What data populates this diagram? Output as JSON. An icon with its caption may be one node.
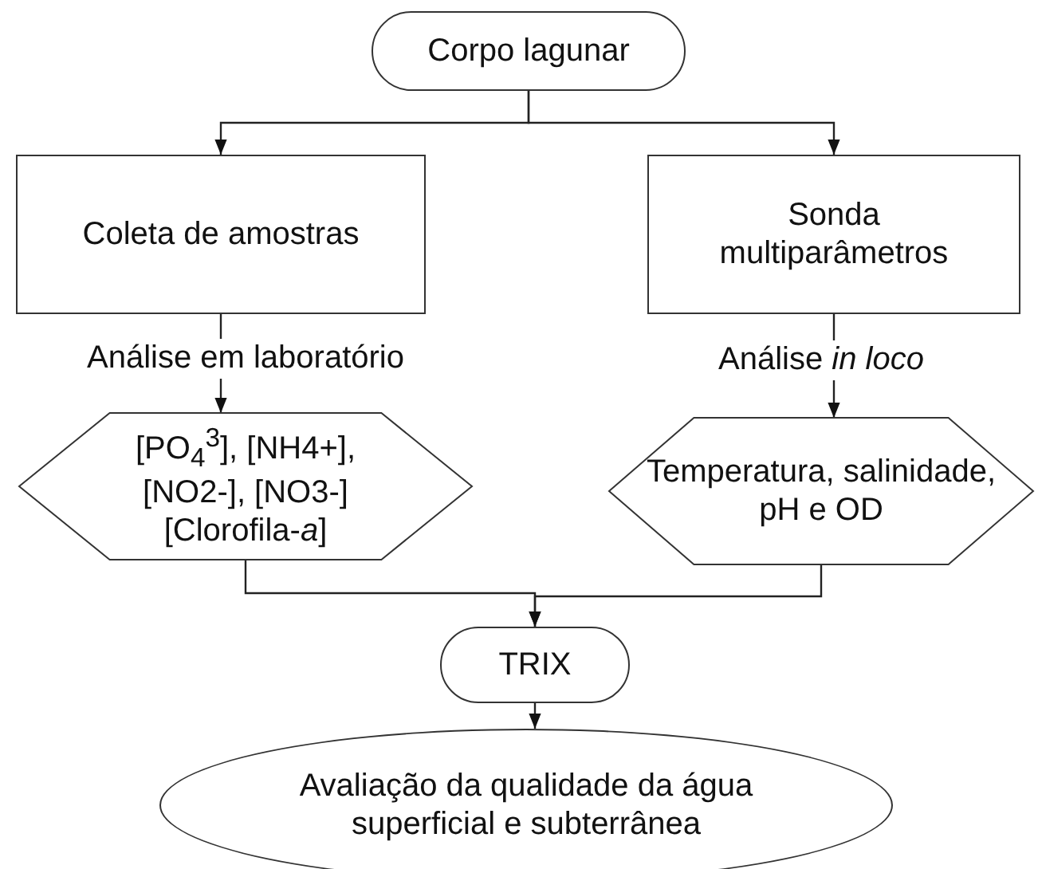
{
  "diagram": {
    "nodes": [
      {
        "text": [
          "Corpo lagunar"
        ]
      },
      {
        "text": [
          "Coleta de amostras"
        ]
      },
      {
        "text": [
          "Sonda multiparâmetros"
        ]
      },
      {
        "text": [
          "[PO$_{4}$$^{3}$], [NH4+], [NO2-], [NO3-] [Clorofila-*a*]"
        ]
      },
      {
        "text": [
          "Temperatura, salinidade, pH e OD"
        ]
      },
      {
        "text": [
          "TRIX"
        ]
      },
      {
        "text": [
          "Avaliação da qualidade da água superficial e subterrânea"
        ]
      }
    ],
    "edges": [
      {
        "from": 0,
        "to": 1,
        "arrow": "to"
      },
      {
        "from": 0,
        "to": 2,
        "arrow": "to"
      },
      {
        "from": 1,
        "to": 3,
        "arrow": "to",
        "label": "Análise em laboratório"
      },
      {
        "from": 2,
        "to": 4,
        "arrow": "to",
        "label": "Análise *in loco*"
      },
      {
        "from": 3,
        "to": 5,
        "arrow": "to"
      },
      {
        "from": 4,
        "to": 5,
        "arrow": "to"
      },
      {
        "from": 5,
        "to": 6,
        "arrow": "to"
      }
    ]
  }
}
